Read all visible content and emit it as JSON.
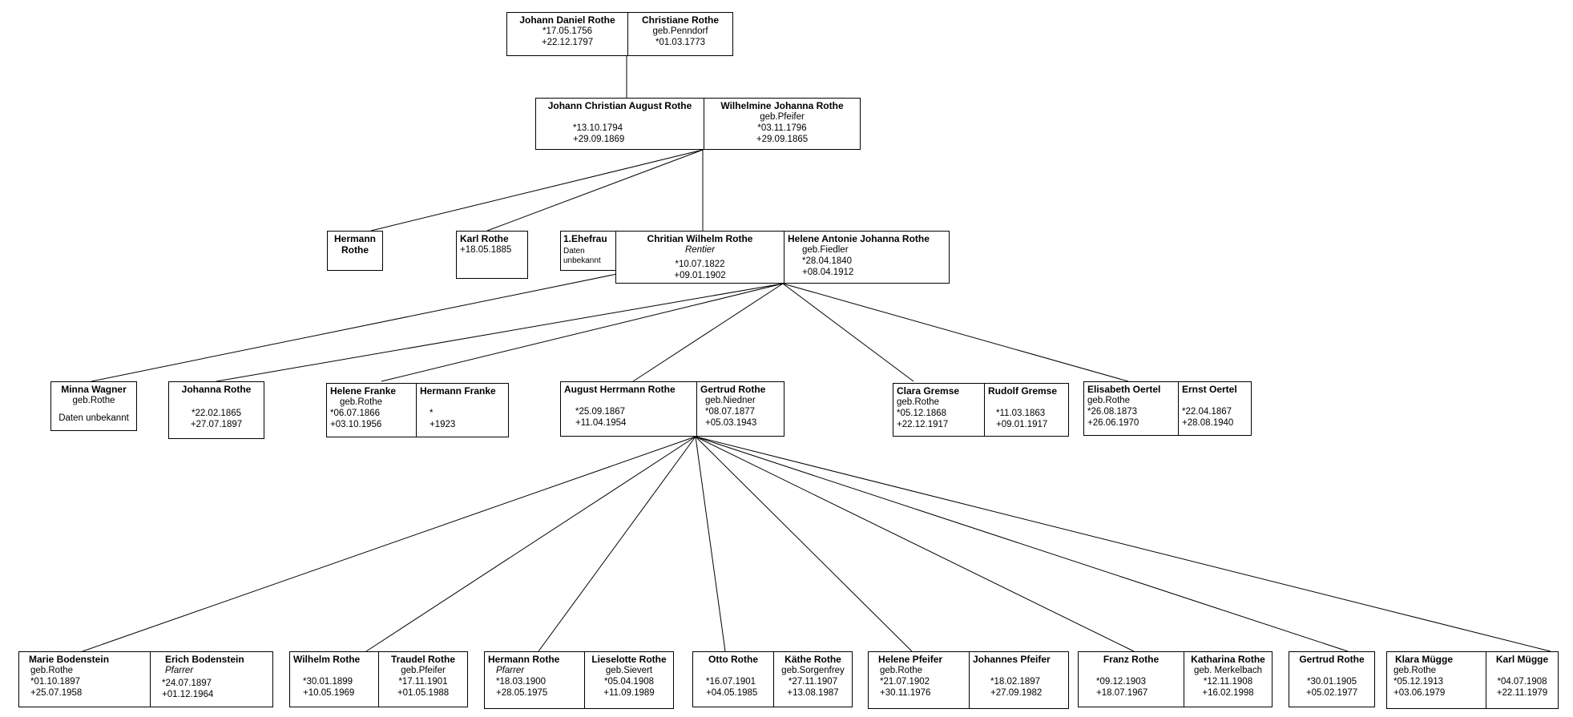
{
  "generation_1": {
    "johann_daniel": {
      "name": "Johann Daniel Rothe",
      "birth": "*17.05.1756",
      "death": "+22.12.1797"
    },
    "christiane": {
      "name": "Christiane Rothe",
      "nee": "geb.Penndorf",
      "birth": "*01.03.1773"
    }
  },
  "generation_2": {
    "johann_christian": {
      "name": "Johann Christian August Rothe",
      "birth": "*13.10.1794",
      "death": "+29.09.1869"
    },
    "wilhelmine": {
      "name": "Wilhelmine Johanna Rothe",
      "nee": "geb.Pfeifer",
      "birth": "*03.11.1796",
      "death": "+29.09.1865"
    }
  },
  "generation_3": {
    "hermann": {
      "name_line1": "Hermann",
      "name_line2": "Rothe"
    },
    "karl": {
      "name": "Karl Rothe",
      "death": "+18.05.1885"
    },
    "first_wife": {
      "name": "1.Ehefrau",
      "note": "Daten unbekannt"
    },
    "christian_wilhelm": {
      "name": "Chritian Wilhelm Rothe",
      "occupation": "Rentier",
      "birth": "*10.07.1822",
      "death": "+09.01.1902"
    },
    "helene_antonie": {
      "name": "Helene Antonie Johanna Rothe",
      "nee": "geb.Fiedler",
      "birth": "*28.04.1840",
      "death": "+08.04.1912"
    }
  },
  "generation_4": {
    "minna": {
      "name": "Minna Wagner",
      "nee": "geb.Rothe",
      "note": "Daten unbekannt"
    },
    "johanna": {
      "name": "Johanna Rothe",
      "birth": "*22.02.1865",
      "death": "+27.07.1897"
    },
    "helene_franke": {
      "name": "Helene Franke",
      "nee": "geb.Rothe",
      "birth": "*06.07.1866",
      "death": "+03.10.1956"
    },
    "hermann_franke": {
      "name": "Hermann Franke",
      "birth": "*",
      "death": "+1923"
    },
    "august_hermann": {
      "name": "August Herrmann Rothe",
      "birth": "*25.09.1867",
      "death": "+11.04.1954"
    },
    "gertrud_niedner": {
      "name": "Gertrud Rothe",
      "nee": "geb.Niedner",
      "birth": "*08.07.1877",
      "death": "+05.03.1943"
    },
    "clara": {
      "name": "Clara Gremse",
      "nee": "geb.Rothe",
      "birth": "*05.12.1868",
      "death": "+22.12.1917"
    },
    "rudolf": {
      "name": "Rudolf Gremse",
      "birth": "*11.03.1863",
      "death": "+09.01.1917"
    },
    "elisabeth": {
      "name": "Elisabeth Oertel",
      "nee": "geb.Rothe",
      "birth": "*26.08.1873",
      "death": "+26.06.1970"
    },
    "ernst": {
      "name": "Ernst Oertel",
      "birth": "*22.04.1867",
      "death": "+28.08.1940"
    }
  },
  "generation_5": {
    "marie": {
      "name": "Marie Bodenstein",
      "nee": "geb.Rothe",
      "birth": "*01.10.1897",
      "death": "+25.07.1958"
    },
    "erich": {
      "name": "Erich Bodenstein",
      "occupation": "Pfarrer",
      "birth": "*24.07.1897",
      "death": "+01.12.1964"
    },
    "wilhelm": {
      "name": "Wilhelm Rothe",
      "birth": "*30.01.1899",
      "death": "+10.05.1969"
    },
    "traudel": {
      "name": "Traudel Rothe",
      "nee": "geb.Pfeifer",
      "birth": "*17.11.1901",
      "death": "+01.05.1988"
    },
    "hermann_pfarrer": {
      "name": "Hermann Rothe",
      "occupation": "Pfarrer",
      "birth": "*18.03.1900",
      "death": "+28.05.1975"
    },
    "lieselotte": {
      "name": "Lieselotte Rothe",
      "nee": "geb.Sievert",
      "birth": "*05.04.1908",
      "death": "+11.09.1989"
    },
    "otto": {
      "name": "Otto Rothe",
      "birth": "*16.07.1901",
      "death": "+04.05.1985"
    },
    "kaethe": {
      "name": "Käthe Rothe",
      "nee": "geb.Sorgenfrey",
      "birth": "*27.11.1907",
      "death": "+13.08.1987"
    },
    "helene_pfeifer": {
      "name": "Helene Pfeifer",
      "nee": "geb.Rothe",
      "birth": "*21.07.1902",
      "death": "+30.11.1976"
    },
    "johannes": {
      "name": "Johannes Pfeifer",
      "birth": "*18.02.1897",
      "death": "+27.09.1982"
    },
    "franz": {
      "name": "Franz Rothe",
      "birth": "*09.12.1903",
      "death": "+18.07.1967"
    },
    "katharina": {
      "name": "Katharina Rothe",
      "nee": "geb. Merkelbach",
      "birth": "*12.11.1908",
      "death": "+16.02.1998"
    },
    "gertrud": {
      "name": "Gertrud Rothe",
      "birth": "*30.01.1905",
      "death": "+05.02.1977"
    },
    "klara": {
      "name": "Klara Mügge",
      "nee": "geb.Rothe",
      "birth": "*05.12.1913",
      "death": "+03.06.1979"
    },
    "karl_muegge": {
      "name": "Karl Mügge",
      "birth": "*04.07.1908",
      "death": "+22.11.1979"
    }
  }
}
